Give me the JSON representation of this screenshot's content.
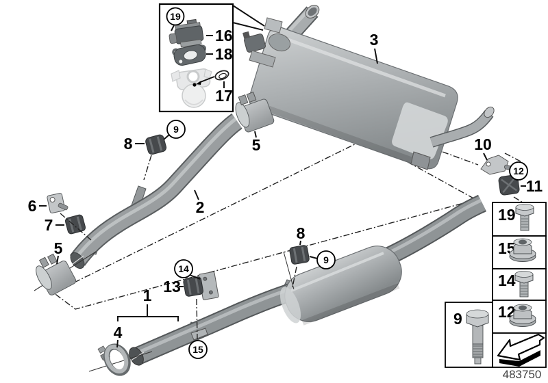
{
  "part_number": "483750",
  "inset": {
    "circle_19": "19",
    "label_16": "16",
    "label_18": "18",
    "label_17": "17"
  },
  "callouts": {
    "rear_muffler": "3",
    "clamp_upper": "5",
    "clamp_lower": "5",
    "front_pipe": "2",
    "bracket_6": "6",
    "mount_7": "7",
    "mount_8_front": "8",
    "bolt_9_front": "9",
    "center_assembly": "1",
    "gasket_4": "4",
    "mount_13": "13",
    "bolt_14": "14",
    "nut_15": "15",
    "mount_8_mid": "8",
    "bolt_9_mid": "9",
    "bracket_10": "10",
    "mount_11": "11",
    "nut_12": "12"
  },
  "legend": {
    "rows": [
      {
        "num": "19",
        "icon": "hex-flange-bolt"
      },
      {
        "num": "15",
        "icon": "hex-flange-nut"
      },
      {
        "num": "14",
        "icon": "hex-bolt"
      },
      {
        "num": "12",
        "icon": "hex-flange-nut"
      }
    ],
    "side_box": {
      "num": "9",
      "icon": "shoulder-bolt"
    },
    "arrow": "direction-of-travel-arrow"
  },
  "colors": {
    "line": "#1a1a1a",
    "metal_light": "#c9cccd",
    "metal_mid": "#a8acae",
    "metal_dark": "#7e8385",
    "rubber": "#46494c",
    "ghost": "#e4e5e6"
  }
}
